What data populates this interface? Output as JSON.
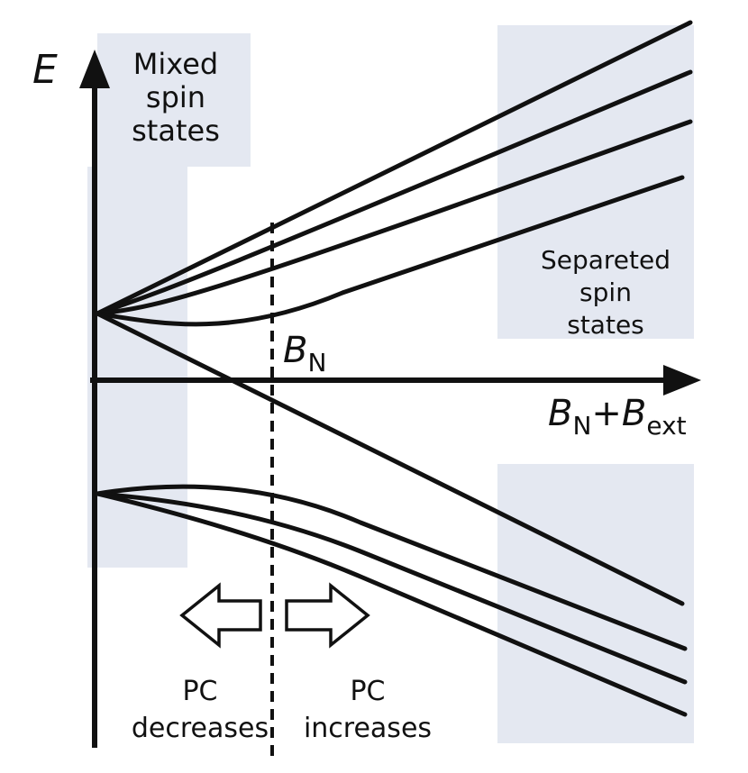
{
  "colors": {
    "region_fill": "#e4e8f1",
    "line": "#111111",
    "background": "#ffffff"
  },
  "labels": {
    "y_axis": "E",
    "x_axis_main": "B",
    "x_axis_sub1": "N",
    "x_axis_plus": "+",
    "x_axis_main2": "B",
    "x_axis_sub2": "ext",
    "bn_main": "B",
    "bn_sub": "N",
    "mixed_line1": "Mixed",
    "mixed_line2": "spin",
    "mixed_line3": "states",
    "sep_line1": "Separeted",
    "sep_line2": "spin",
    "sep_line3": "states",
    "pc_left_line1": "PC",
    "pc_left_line2": "decreases",
    "pc_right_line1": "PC",
    "pc_right_line2": "increases"
  }
}
